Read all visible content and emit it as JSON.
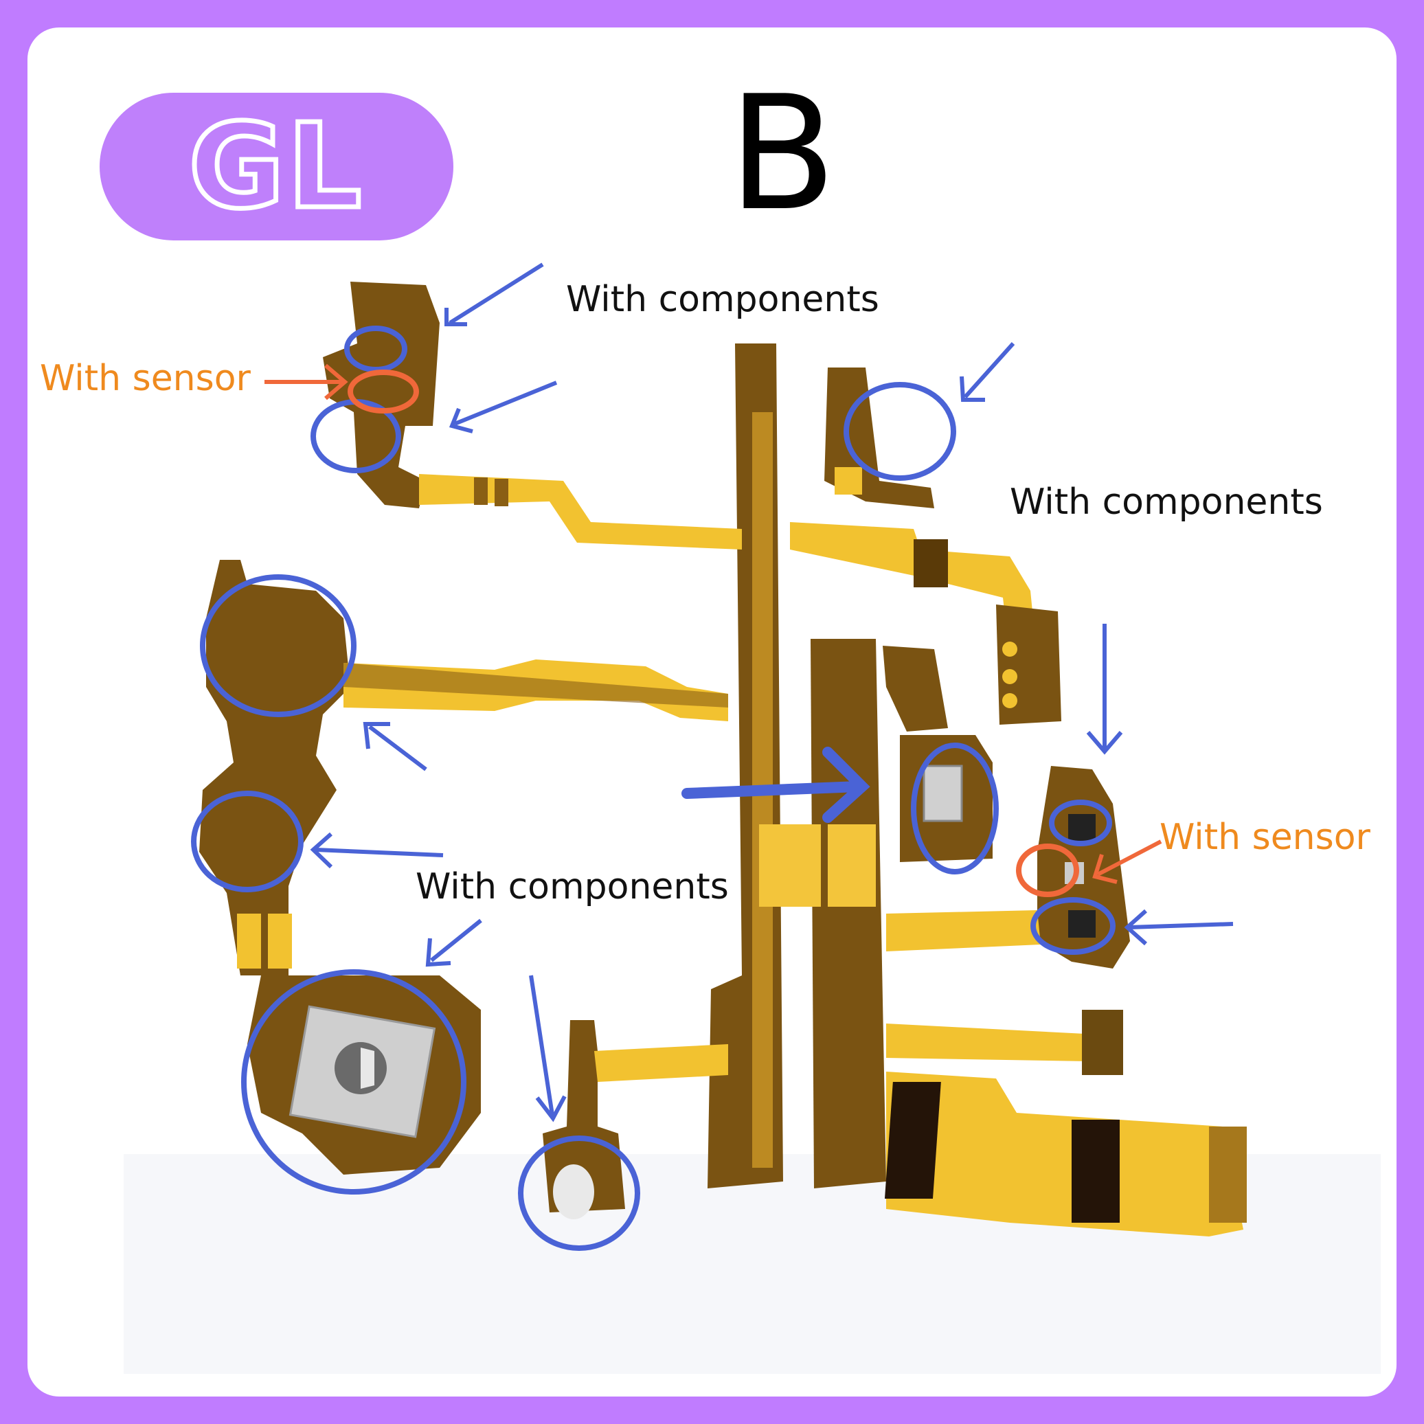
{
  "logo": {
    "text": "GL"
  },
  "title": "B",
  "annotations": {
    "components_top": "With components",
    "components_right": "With components",
    "components_middle": "With components",
    "sensor_left": "With sensor",
    "sensor_right": "With sensor"
  },
  "colors": {
    "frame": "#c07cff",
    "pill": "#bf80fb",
    "callout_circle": "#4a63d6",
    "sensor_circle": "#f0683a",
    "flex_cable_dark": "#6b4a10",
    "flex_cable_light": "#f2c230"
  }
}
